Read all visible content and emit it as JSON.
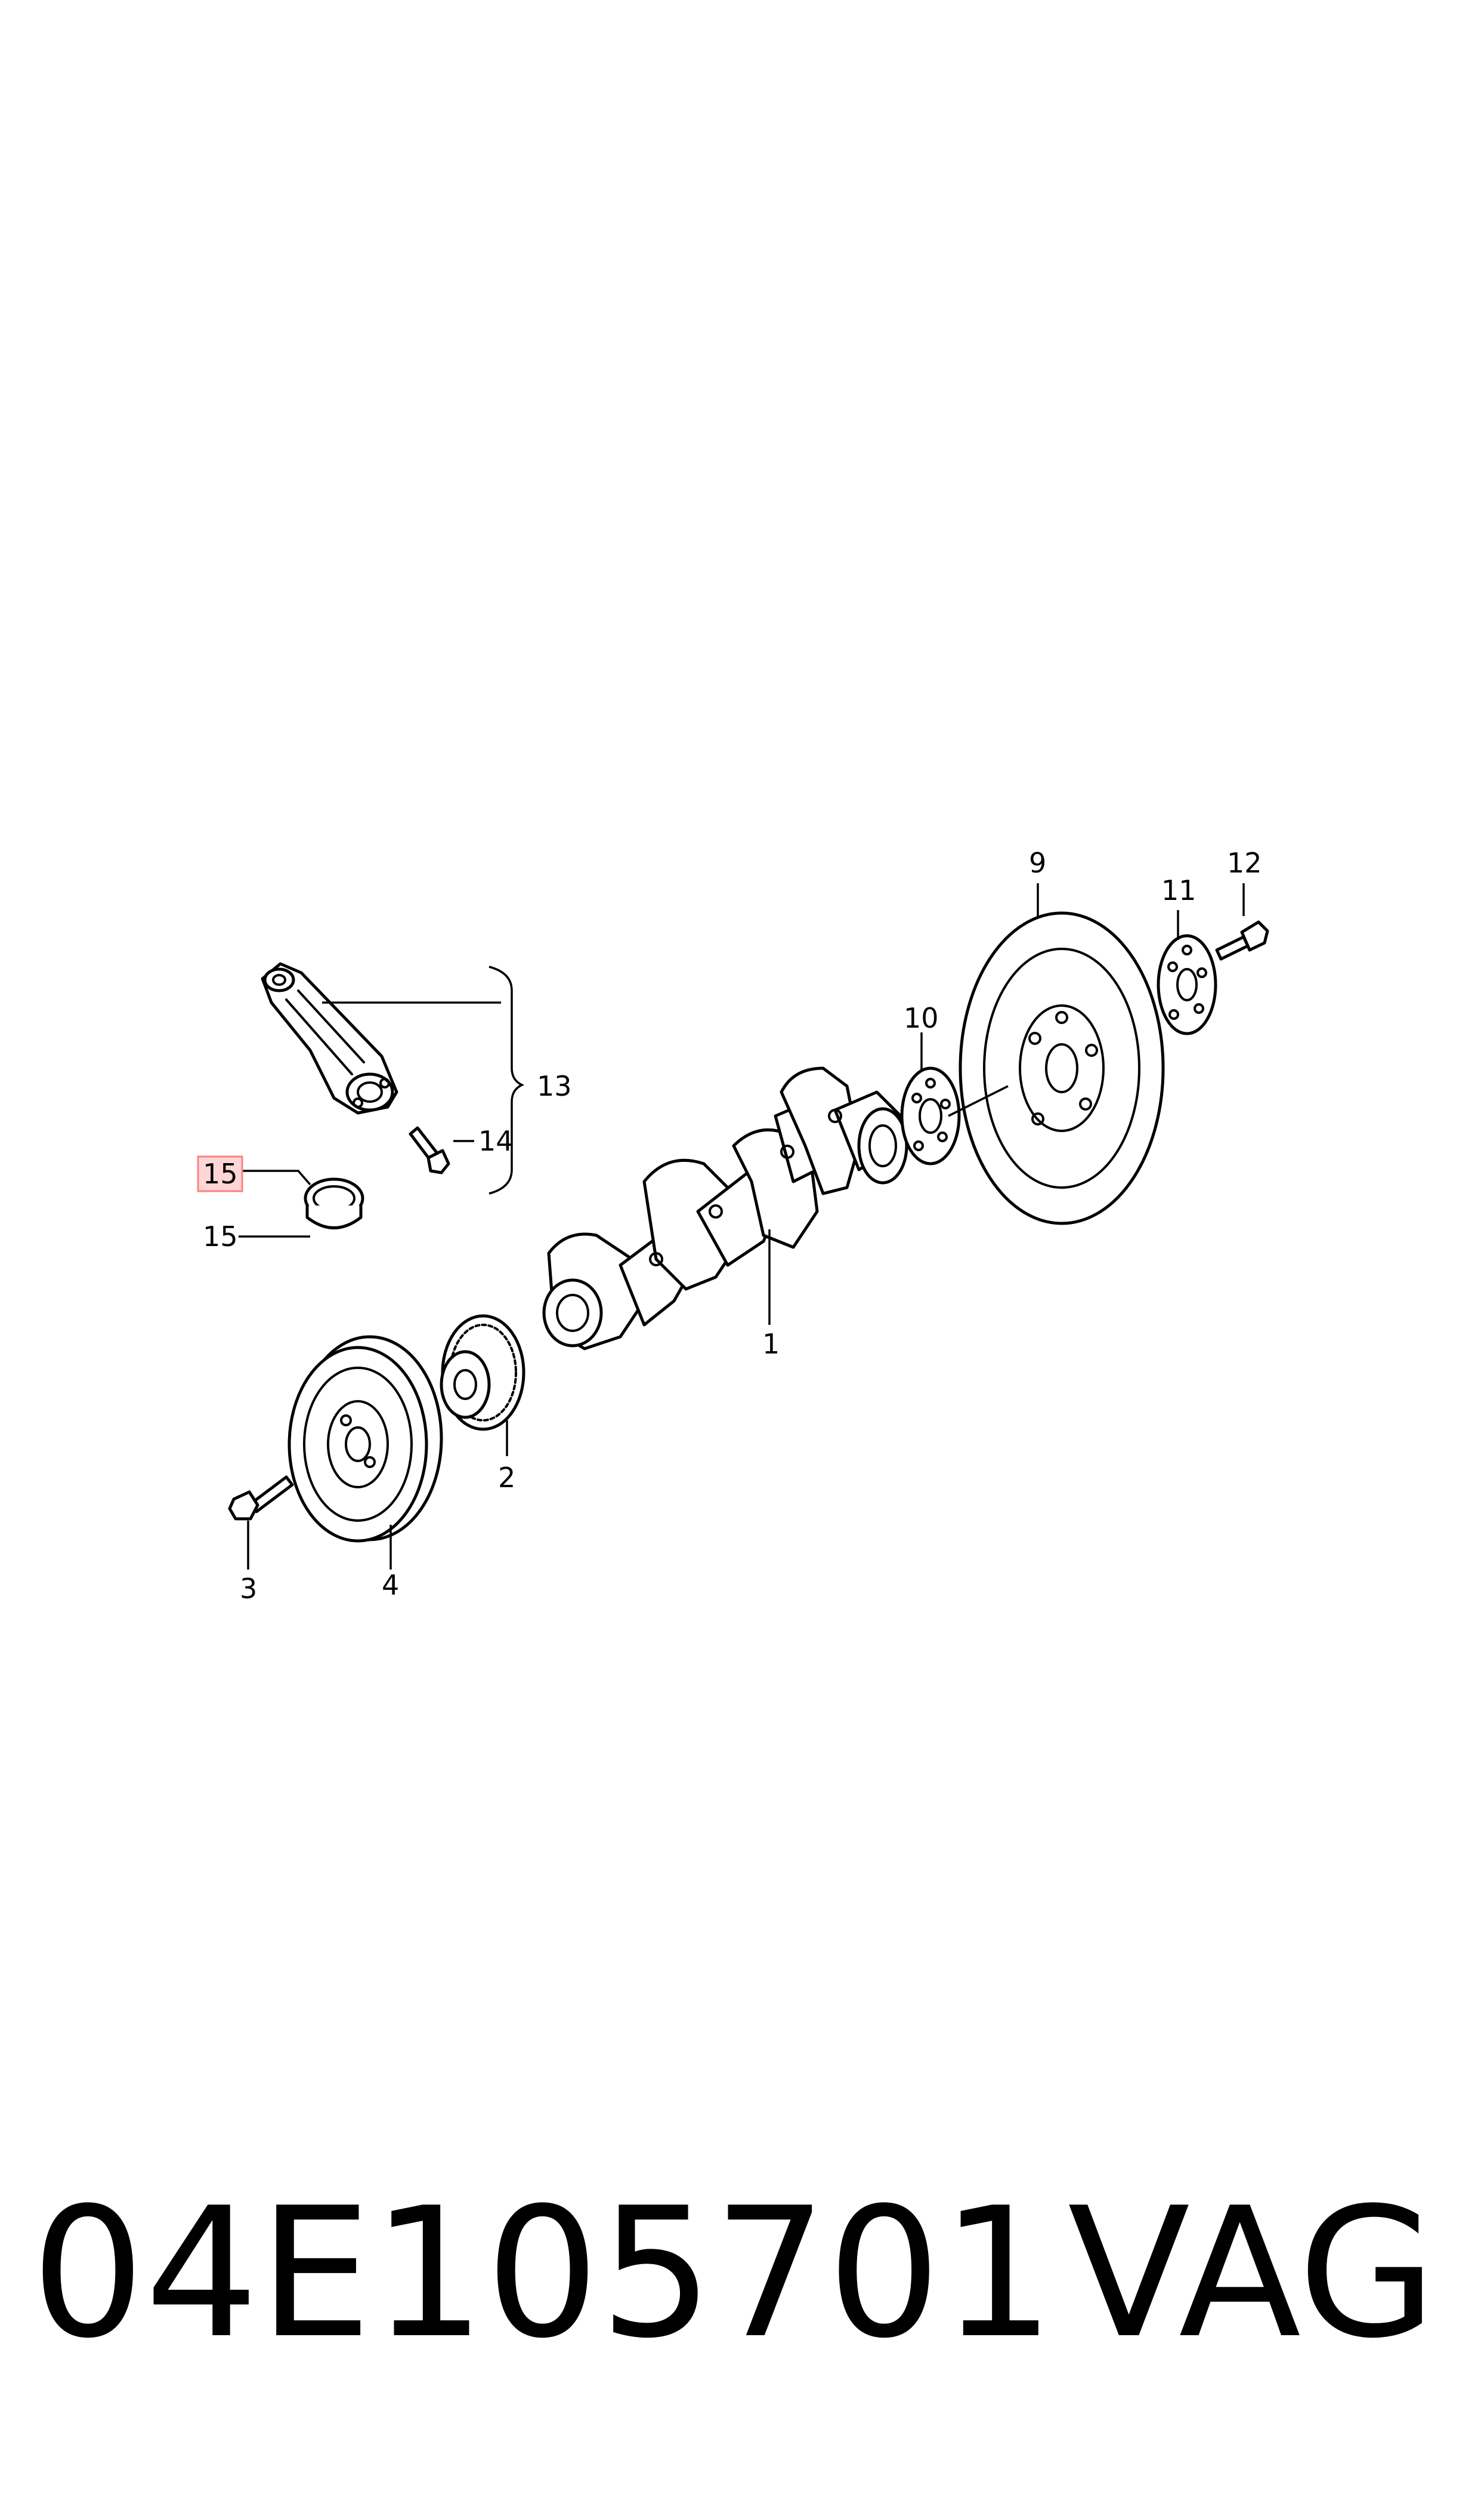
{
  "diagram": {
    "callouts": [
      {
        "id": "c1",
        "label": "1"
      },
      {
        "id": "c2",
        "label": "2"
      },
      {
        "id": "c3",
        "label": "3"
      },
      {
        "id": "c4",
        "label": "4"
      },
      {
        "id": "c9",
        "label": "9"
      },
      {
        "id": "c10",
        "label": "10"
      },
      {
        "id": "c11",
        "label": "11"
      },
      {
        "id": "c12",
        "label": "12"
      },
      {
        "id": "c13",
        "label": "13"
      },
      {
        "id": "c14",
        "label": "14"
      },
      {
        "id": "c15a",
        "label": "15"
      },
      {
        "id": "c15b",
        "label": "15"
      }
    ],
    "highlight_color": "#ff8080",
    "highlight_fill": "#ffd6d6"
  },
  "caption": {
    "part_number": "04E105701",
    "brand": "VAG"
  }
}
